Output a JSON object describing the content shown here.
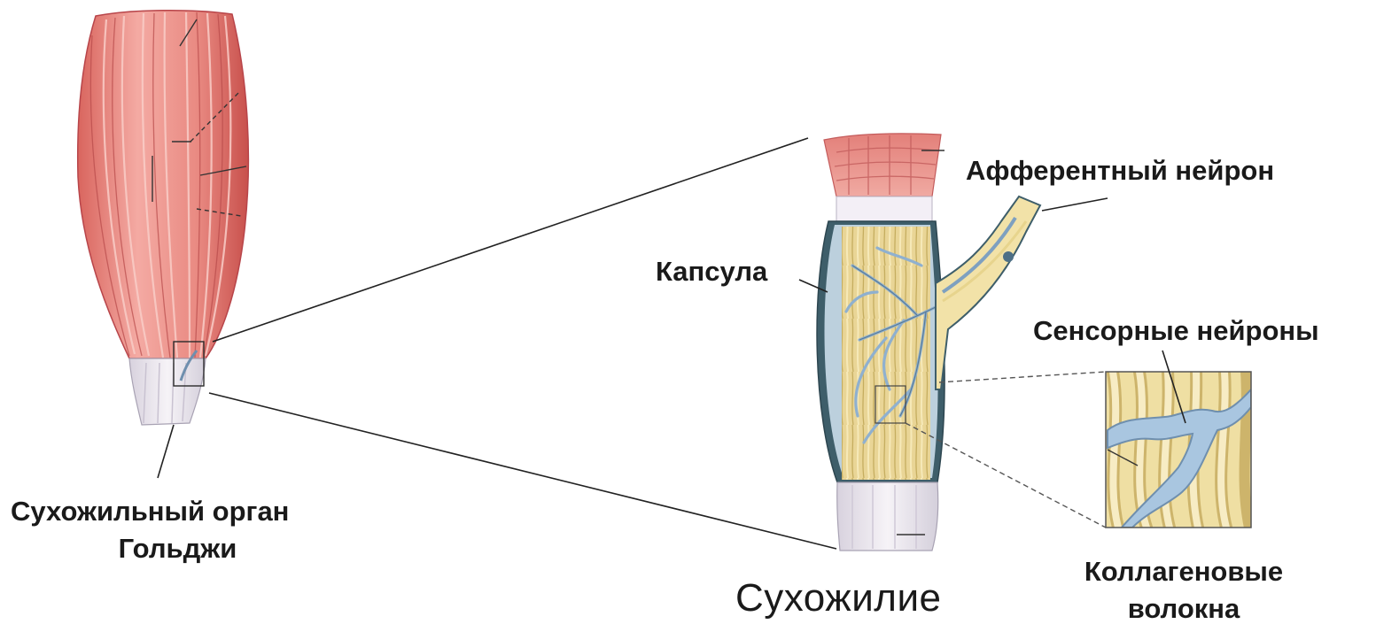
{
  "labels": {
    "golgi_line1": "Сухожильный орган",
    "golgi_line2": "Гольджи",
    "capsule": "Капсула",
    "afferent": "Афферентный нейрон",
    "sensory": "Сенсорные нейроны",
    "collagen_line1": "Коллагеновые",
    "collagen_line2": "волокна",
    "tendon": "Сухожилие"
  },
  "colors": {
    "muscle": "#e8877f",
    "muscle_dark": "#c9534f",
    "tendon": "#eee9ef",
    "collagen": "#e4cf8a",
    "nerve_blue": "#a9c6e0",
    "capsule_dark": "#3e5e6a",
    "line": "#222222"
  }
}
